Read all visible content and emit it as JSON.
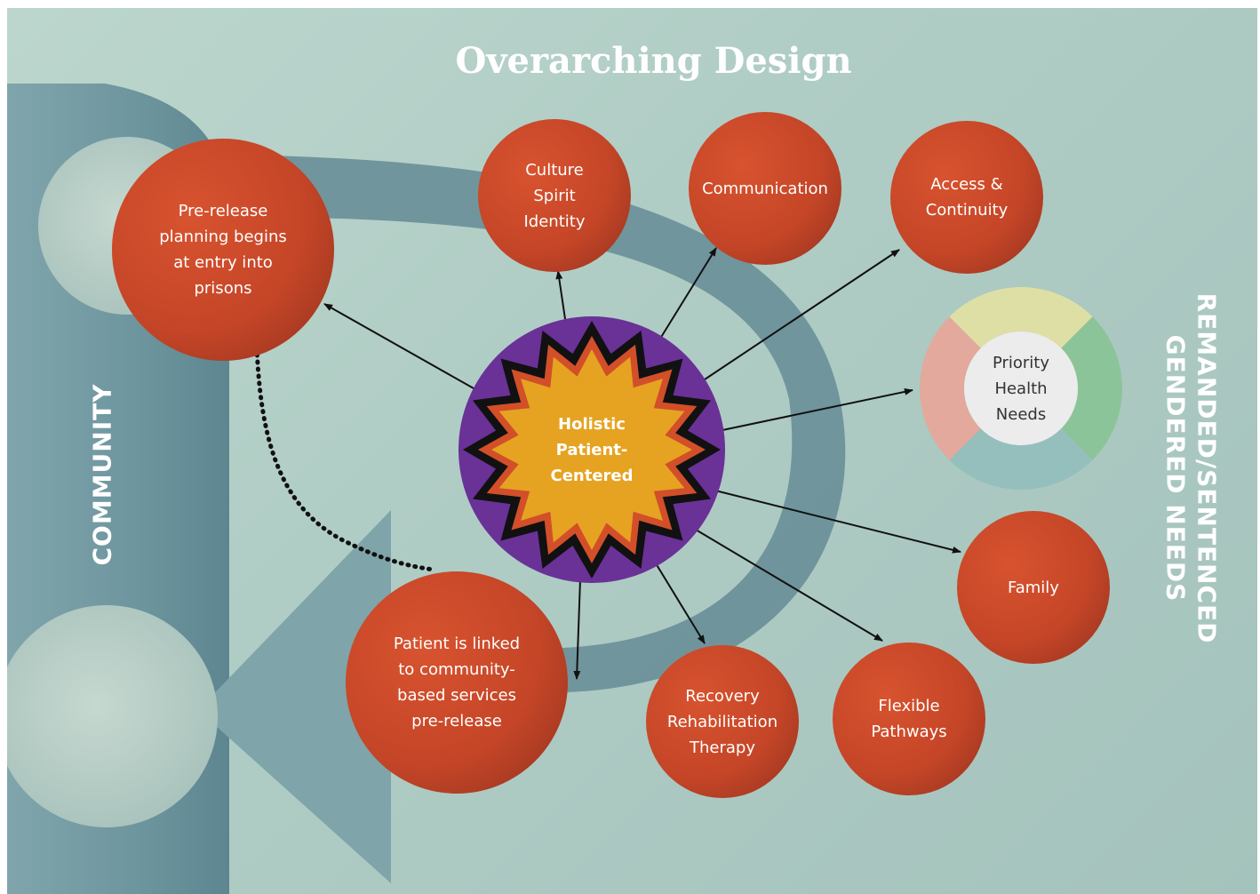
{
  "title": "Overarching Design",
  "side_labels": {
    "left": "COMMUNITY",
    "right_line1": "REMANDED/SENTENCED",
    "right_line2": "GENDERED NEEDS"
  },
  "center": {
    "label": "Holistic\nPatient-\nCentered"
  },
  "nodes": {
    "pre_release": "Pre-release\nplanning begins\nat entry into\nprisons",
    "culture": "Culture\nSpirit\nIdentity",
    "communication": "Communication",
    "access": "Access &\nContinuity",
    "priority": "Priority\nHealth\nNeeds",
    "family": "Family",
    "flexible": "Flexible\nPathways",
    "recovery": "Recovery\nRehabilitation\nTherapy",
    "patient_linked": "Patient is linked\nto community-\nbased services\npre-release"
  },
  "colors": {
    "node_fill": "#cf4a2c",
    "node_fill_dark": "#a83a22",
    "background": "#b4d0c8",
    "band": "#6d919a",
    "center_purple": "#6a3197",
    "center_yellow": "#e5a321",
    "priority_segments": [
      "#dedfa4",
      "#8cc49a",
      "#94bfbd",
      "#e3a99c"
    ]
  }
}
